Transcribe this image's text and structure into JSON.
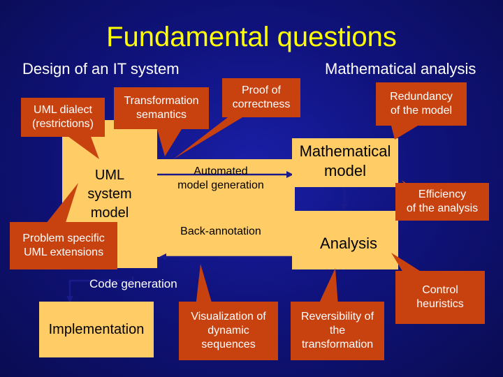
{
  "title": "Fundamental questions",
  "headings": {
    "left": "Design of an IT system",
    "right": "Mathematical analysis"
  },
  "boxes": {
    "uml_model": "UML\nsystem\nmodel",
    "math_model": "Mathematical\nmodel",
    "analysis": "Analysis",
    "implementation": "Implementation"
  },
  "labels": {
    "automated": "Automated\nmodel generation",
    "back_annotation": "Back-annotation",
    "code_generation": "Code generation"
  },
  "callouts": {
    "uml_dialect": "UML dialect\n(restrictions)",
    "transformation": "Transformation\nsemantics",
    "proof": "Proof of\ncorrectness",
    "redundancy": "Redundancy\nof the model",
    "efficiency": "Efficiency\nof the analysis",
    "problem_specific": "Problem specific\nUML extensions",
    "visualization": "Visualization of\ndynamic\nsequences",
    "reversibility": "Reversibility of\nthe\ntransformation",
    "control": "Control\nheuristics"
  },
  "colors": {
    "background": "#10137e",
    "title": "#ffff00",
    "box": "#ffcc66",
    "callout": "#c84210",
    "arrow": "#1a1a8a"
  }
}
